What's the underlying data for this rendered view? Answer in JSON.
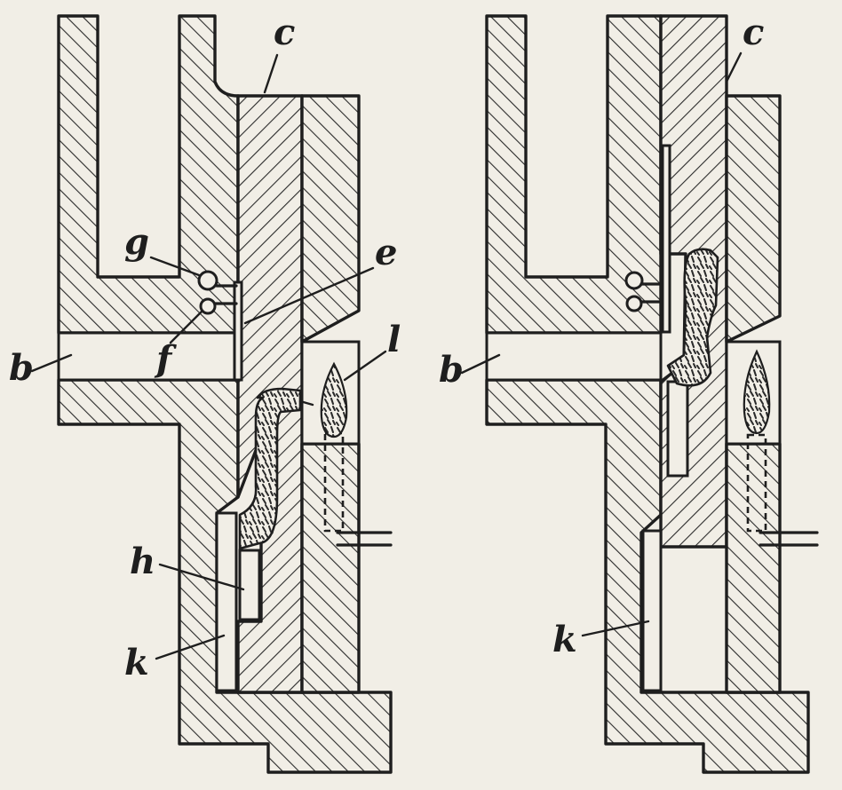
{
  "labels": {
    "left": {
      "c": "c",
      "g": "g",
      "e": "e",
      "b": "b",
      "f": "f",
      "l": "l",
      "h": "h",
      "k": "k"
    },
    "right": {
      "c": "c",
      "b": "b",
      "k": "k"
    }
  },
  "colors": {
    "paper": "#f1eee6",
    "ink": "#1e1e1e"
  },
  "hatching": "diagonal section lines on solid parts; speckled fill for molten material and flames"
}
